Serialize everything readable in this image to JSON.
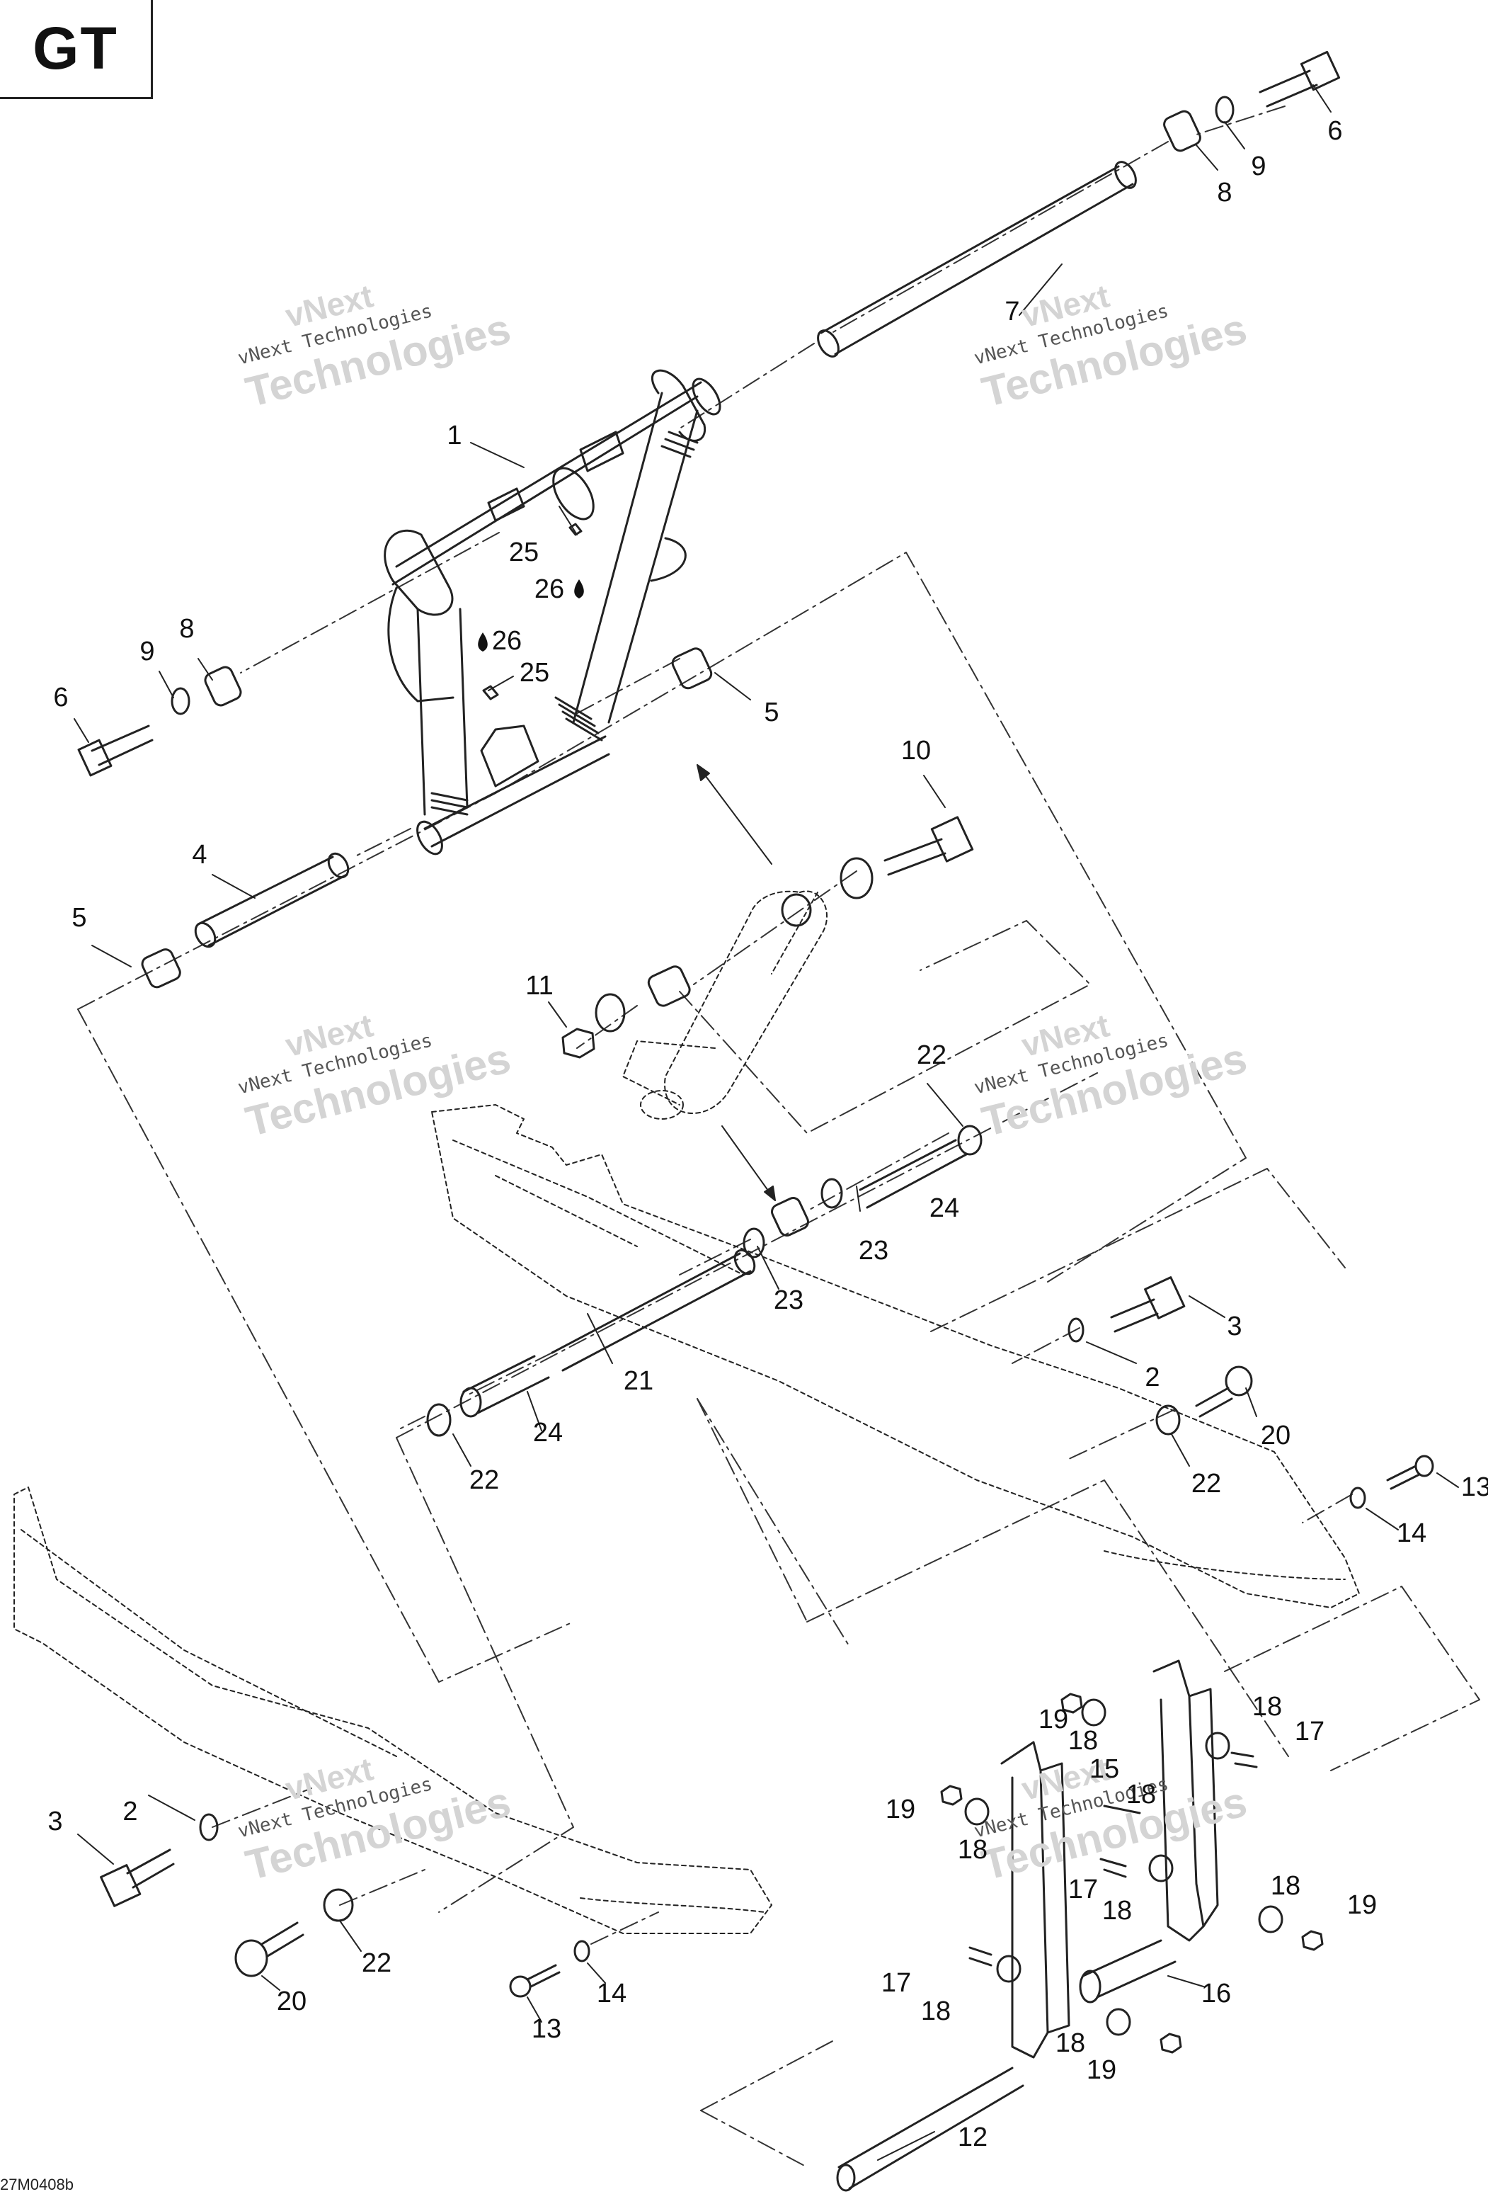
{
  "model_label": "GT",
  "drawing_id": "27M0408b",
  "watermark": {
    "line1": "vNext",
    "line2": "vNext Technologies",
    "line3": "Technologies"
  },
  "callouts": [
    {
      "id": "c1",
      "text": "1"
    },
    {
      "id": "c2a",
      "text": "2"
    },
    {
      "id": "c2b",
      "text": "2"
    },
    {
      "id": "c3a",
      "text": "3"
    },
    {
      "id": "c3b",
      "text": "3"
    },
    {
      "id": "c4",
      "text": "4"
    },
    {
      "id": "c5a",
      "text": "5"
    },
    {
      "id": "c5b",
      "text": "5"
    },
    {
      "id": "c6a",
      "text": "6"
    },
    {
      "id": "c6b",
      "text": "6"
    },
    {
      "id": "c7",
      "text": "7"
    },
    {
      "id": "c8a",
      "text": "8"
    },
    {
      "id": "c8b",
      "text": "8"
    },
    {
      "id": "c9a",
      "text": "9"
    },
    {
      "id": "c9b",
      "text": "9"
    },
    {
      "id": "c10",
      "text": "10"
    },
    {
      "id": "c11",
      "text": "11"
    },
    {
      "id": "c12",
      "text": "12"
    },
    {
      "id": "c13a",
      "text": "13"
    },
    {
      "id": "c13b",
      "text": "13"
    },
    {
      "id": "c14a",
      "text": "14"
    },
    {
      "id": "c14b",
      "text": "14"
    },
    {
      "id": "c15",
      "text": "15"
    },
    {
      "id": "c16",
      "text": "16"
    },
    {
      "id": "c17a",
      "text": "17"
    },
    {
      "id": "c17b",
      "text": "17"
    },
    {
      "id": "c17c",
      "text": "17"
    },
    {
      "id": "c18a",
      "text": "18"
    },
    {
      "id": "c18b",
      "text": "18"
    },
    {
      "id": "c18c",
      "text": "18"
    },
    {
      "id": "c18d",
      "text": "18"
    },
    {
      "id": "c18e",
      "text": "18"
    },
    {
      "id": "c18f",
      "text": "18"
    },
    {
      "id": "c18g",
      "text": "18"
    },
    {
      "id": "c18h",
      "text": "18"
    },
    {
      "id": "c19a",
      "text": "19"
    },
    {
      "id": "c19b",
      "text": "19"
    },
    {
      "id": "c19c",
      "text": "19"
    },
    {
      "id": "c19d",
      "text": "19"
    },
    {
      "id": "c20a",
      "text": "20"
    },
    {
      "id": "c20b",
      "text": "20"
    },
    {
      "id": "c21",
      "text": "21"
    },
    {
      "id": "c22a",
      "text": "22"
    },
    {
      "id": "c22b",
      "text": "22"
    },
    {
      "id": "c22c",
      "text": "22"
    },
    {
      "id": "c22d",
      "text": "22"
    },
    {
      "id": "c23a",
      "text": "23"
    },
    {
      "id": "c23b",
      "text": "23"
    },
    {
      "id": "c24a",
      "text": "24"
    },
    {
      "id": "c24b",
      "text": "24"
    },
    {
      "id": "c25a",
      "text": "25"
    },
    {
      "id": "c25b",
      "text": "25"
    },
    {
      "id": "c26a",
      "text": "26"
    },
    {
      "id": "c26b",
      "text": "26"
    }
  ]
}
